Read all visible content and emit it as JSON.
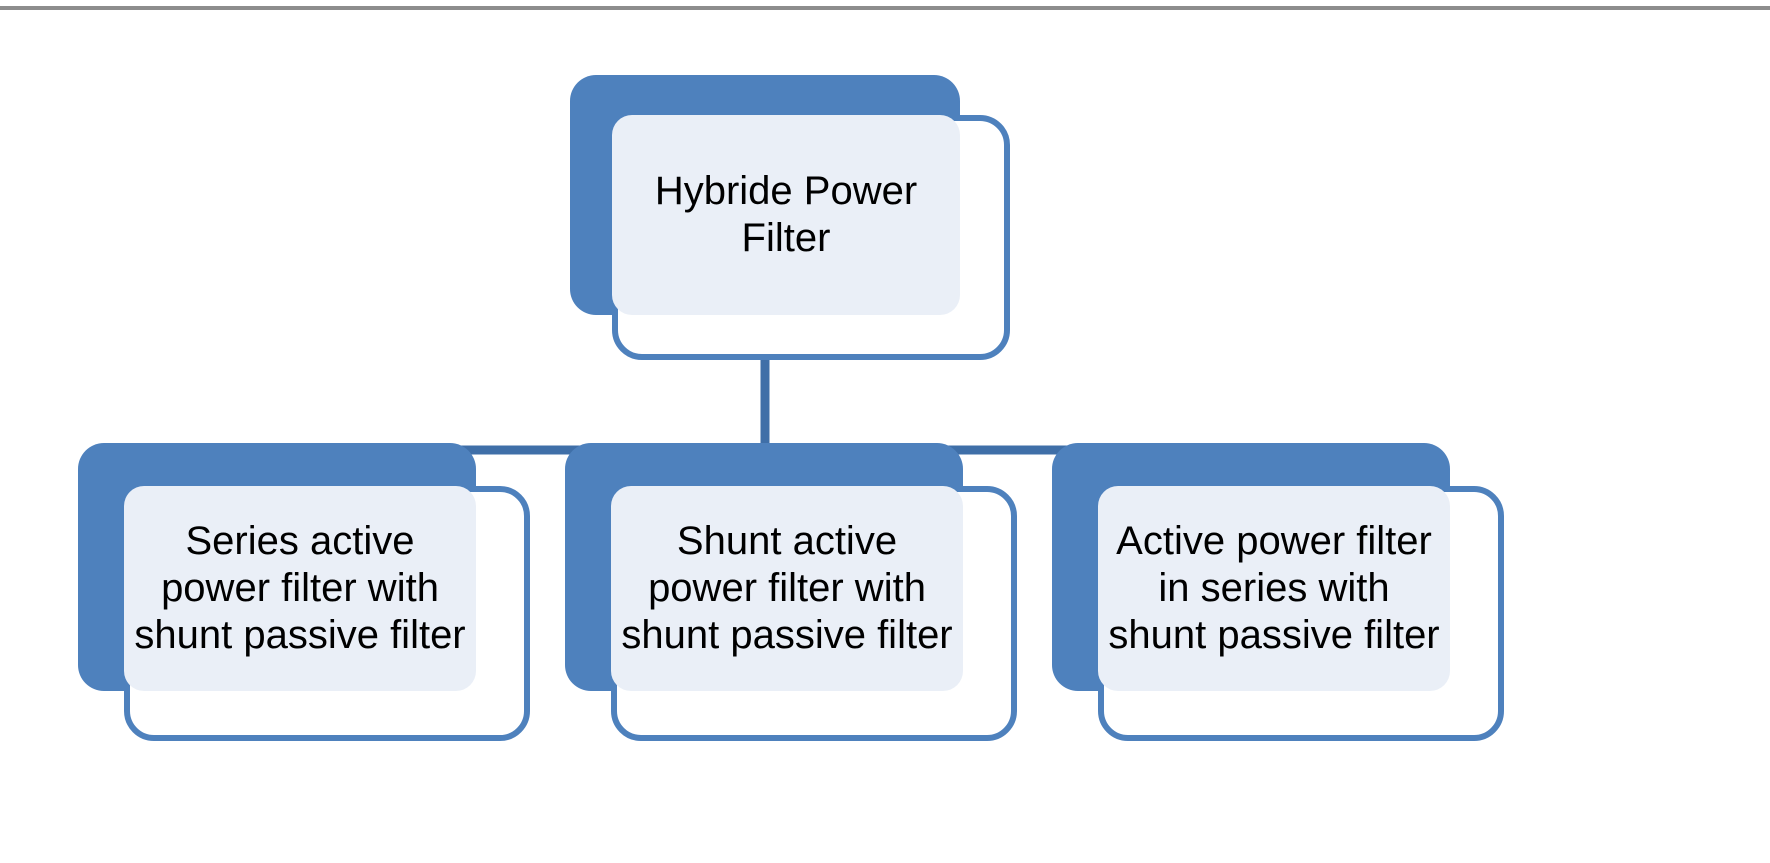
{
  "diagram": {
    "type": "hierarchy",
    "title_visible": false,
    "colors": {
      "accent_blue": "#4E81BD",
      "node_fill": "#EAEFF7",
      "node_outline": "#4E81BD",
      "connector": "#3F6FA8",
      "top_rule": "#8D8D8D",
      "text": "#000000",
      "background": "#FFFFFF"
    },
    "root": {
      "label": "Hybride Power Filter"
    },
    "children": [
      {
        "label": "Series active power filter with shunt passive filter"
      },
      {
        "label": "Shunt active power filter with shunt passive filter"
      },
      {
        "label": "Active power filter in series with shunt passive filter"
      }
    ]
  }
}
